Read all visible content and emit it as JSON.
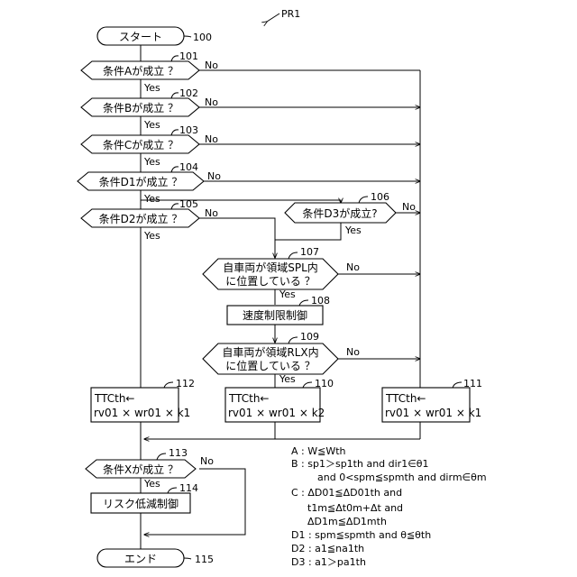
{
  "figure_id": "PR1",
  "nodes": {
    "start": {
      "text": "スタート",
      "num": "100"
    },
    "n101": {
      "text": "条件Aが成立 ？",
      "num": "101"
    },
    "n102": {
      "text": "条件Bが成立 ？",
      "num": "102"
    },
    "n103": {
      "text": "条件Cが成立 ？",
      "num": "103"
    },
    "n104": {
      "text": "条件D1が成立 ？",
      "num": "104"
    },
    "n105": {
      "text": "条件D2が成立 ？",
      "num": "105"
    },
    "n106": {
      "text": "条件D3が成立?",
      "num": "106"
    },
    "n107": {
      "line1": "自車両が領域SPL内",
      "line2": "に位置している ？",
      "num": "107"
    },
    "n108": {
      "text": "速度制限制御",
      "num": "108"
    },
    "n109": {
      "line1": "自車両が領域RLX内",
      "line2": "に位置している ？",
      "num": "109"
    },
    "n110": {
      "line1": "TTCth←",
      "line2": "rv01 × wr01 × k2",
      "num": "110"
    },
    "n111": {
      "line1": "TTCth←",
      "line2": "rv01 × wr01 × k1",
      "num": "111"
    },
    "n112": {
      "line1": "TTCth←",
      "line2": "rv01 × wr01 × k1",
      "num": "112"
    },
    "n113": {
      "text": "条件Xが成立 ？",
      "num": "113"
    },
    "n114": {
      "text": "リスク低減制御",
      "num": "114"
    },
    "end": {
      "text": "エンド",
      "num": "115"
    }
  },
  "labels": {
    "yes": "Yes",
    "no": "No"
  },
  "legend": [
    "A : W≦Wth",
    "B : sp1＞sp1th  and dir1∈θ1",
    "and 0<spm≦spmth  and dirm∈θm",
    "C : ΔD01≦ΔD01th  and",
    "t1m≦Δt0m+Δt  and",
    "ΔD1m≦ΔD1mth",
    "D1 : spm≦spmth  and  θ≦θth",
    "D2 : a1≦na1th",
    "D3 : a1＞pa1th"
  ]
}
